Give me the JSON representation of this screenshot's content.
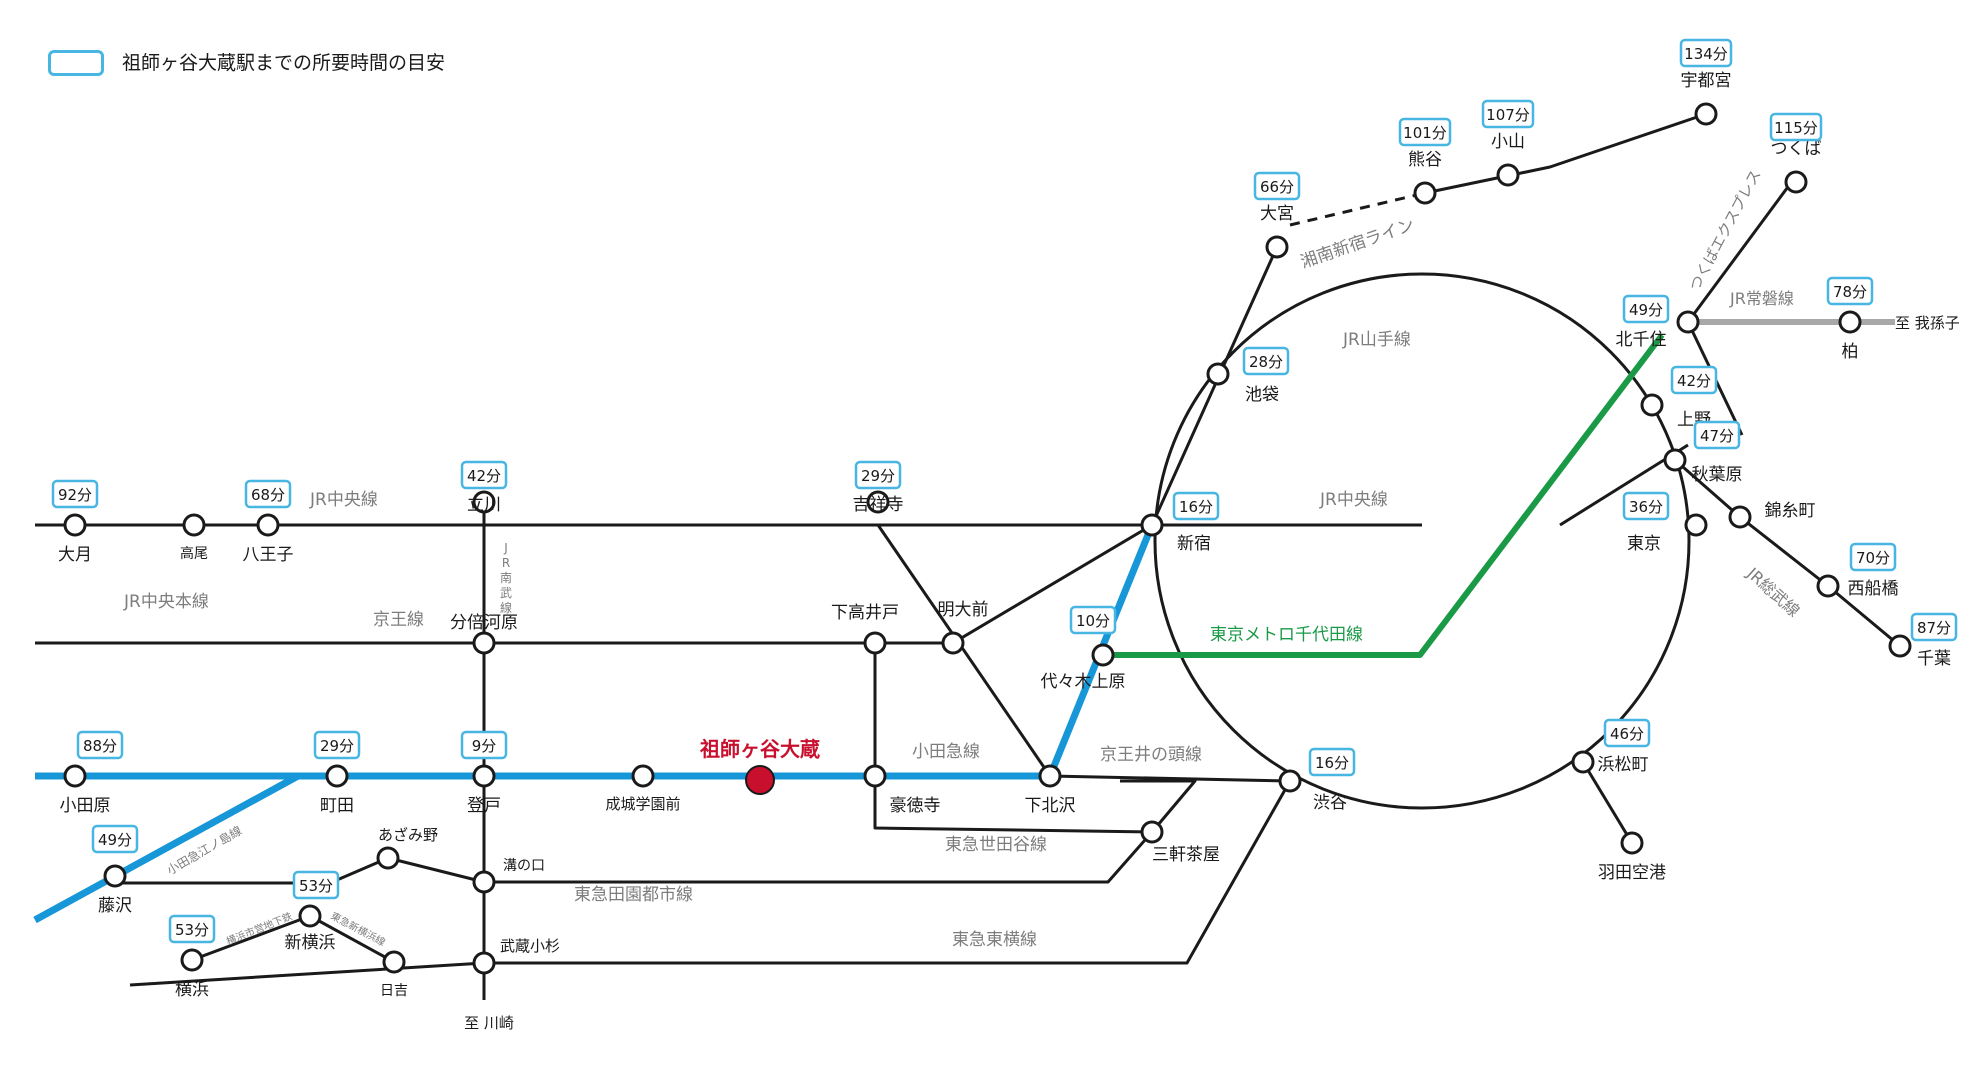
{
  "legend": {
    "label": "祖師ヶ谷大蔵駅までの所要時間の目安",
    "box_color": "#48b6e2"
  },
  "colors": {
    "line": "#1a1a1a",
    "odakyu": "#1797d8",
    "chiyoda": "#1a9a46",
    "joban": "#a8a8a8",
    "line_label": "#7d7d7d",
    "home": "#c8102e"
  },
  "home_station": "祖師ヶ谷大蔵",
  "stations": {
    "otsuki": {
      "name": "大月",
      "time": "92分"
    },
    "takao": {
      "name": "高尾"
    },
    "hachioji": {
      "name": "八王子",
      "time": "68分"
    },
    "tachikawa": {
      "name": "立川",
      "time": "42分"
    },
    "kichijoji": {
      "name": "吉祥寺",
      "time": "29分"
    },
    "shinjuku": {
      "name": "新宿",
      "time": "16分"
    },
    "tokyo": {
      "name": "東京",
      "time": "36分"
    },
    "bubaigawara": {
      "name": "分倍河原"
    },
    "shimotakaido": {
      "name": "下高井戸"
    },
    "meidaimae": {
      "name": "明大前"
    },
    "yoyogiuehara": {
      "name": "代々木上原",
      "time": "10分"
    },
    "odawara": {
      "name": "小田原",
      "time": "88分"
    },
    "machida": {
      "name": "町田",
      "time": "29分"
    },
    "noborito": {
      "name": "登戸",
      "time": "9分"
    },
    "seijogakuen": {
      "name": "成城学園前"
    },
    "gotokuji": {
      "name": "豪徳寺"
    },
    "shimokitazawa": {
      "name": "下北沢"
    },
    "shibuya": {
      "name": "渋谷",
      "time": "16分"
    },
    "fujisawa": {
      "name": "藤沢",
      "time": "49分"
    },
    "sangenjaya": {
      "name": "三軒茶屋"
    },
    "azamino": {
      "name": "あざみ野"
    },
    "mizonokuchi": {
      "name": "溝の口"
    },
    "shinyokohama": {
      "name": "新横浜",
      "time": "53分"
    },
    "yokohama": {
      "name": "横浜",
      "time": "53分"
    },
    "hiyoshi": {
      "name": "日吉"
    },
    "musashikosugi": {
      "name": "武蔵小杉"
    },
    "kawasaki": {
      "name": "至 川崎"
    },
    "ikebukuro": {
      "name": "池袋",
      "time": "28分"
    },
    "omiya": {
      "name": "大宮",
      "time": "66分"
    },
    "kumagaya": {
      "name": "熊谷",
      "time": "101分"
    },
    "oyama": {
      "name": "小山",
      "time": "107分"
    },
    "utsunomiya": {
      "name": "宇都宮",
      "time": "134分"
    },
    "tsukuba": {
      "name": "つくば",
      "time": "115分"
    },
    "kitasenju": {
      "name": "北千住",
      "time": "49分"
    },
    "kashiwa": {
      "name": "柏",
      "time": "78分"
    },
    "abiko": {
      "name": "至 我孫子"
    },
    "ueno": {
      "name": "上野",
      "time": "42分"
    },
    "akihabara": {
      "name": "秋葉原",
      "time": "47分"
    },
    "kinshicho": {
      "name": "錦糸町"
    },
    "nishifunabashi": {
      "name": "西船橋",
      "time": "70分"
    },
    "chiba": {
      "name": "千葉",
      "time": "87分"
    },
    "hamamatsucho": {
      "name": "浜松町",
      "time": "46分"
    },
    "haneda": {
      "name": "羽田空港"
    }
  },
  "lines": {
    "jr_chuo_w": "JR中央線",
    "jr_chuo_e": "JR中央線",
    "jr_chuo_main": "JR中央本線",
    "keio": "京王線",
    "jr_nambu": "JR南武線",
    "odakyu": "小田急線",
    "keio_inokashira": "京王井の頭線",
    "chiyoda": "東京メトロ千代田線",
    "yamanote": "JR山手線",
    "shonan_shinjuku": "湘南新宿ライン",
    "tsukuba_express": "つくばエクスプレス",
    "joban": "JR常磐線",
    "sobu": "JR総武線",
    "setagaya": "東急世田谷線",
    "denentoshi": "東急田園都市線",
    "toyoko": "東急東横線",
    "enoshima": "小田急江ノ島線",
    "yokohama_subway": "横浜市営地下鉄",
    "tokyu_shinyokohama": "東急新横浜線"
  }
}
